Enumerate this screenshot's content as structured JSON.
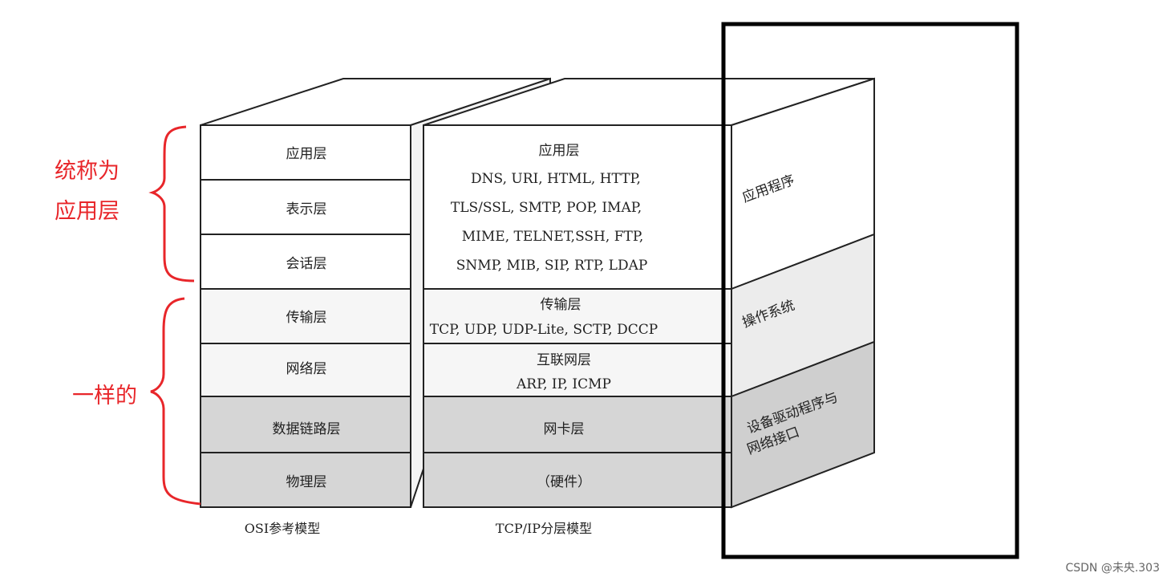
{
  "osi": {
    "caption": "OSI参考模型",
    "layers": [
      "应用层",
      "表示层",
      "会话层",
      "传输层",
      "网络层",
      "数据链路层",
      "物理层"
    ]
  },
  "tcpip": {
    "caption": "TCP/IP分层模型",
    "application": {
      "title": "应用层",
      "protocols": [
        "DNS, URI, HTML, HTTP,",
        "TLS/SSL, SMTP, POP, IMAP,",
        "MIME, TELNET,SSH, FTP,",
        "SNMP, MIB, SIP, RTP, LDAP"
      ]
    },
    "transport": {
      "title": "传输层",
      "protocols": "TCP, UDP, UDP-Lite, SCTP, DCCP"
    },
    "internet": {
      "title": "互联网层",
      "protocols": "ARP, IP, ICMP"
    },
    "link": {
      "title": "网卡层"
    },
    "hardware": {
      "title": "（硬件）"
    }
  },
  "side": {
    "app": "应用程序",
    "os": "操作系统",
    "driver_line1": "设备驱动程序与",
    "driver_line2": "网络接口"
  },
  "annotations": {
    "top_line1": "统称为",
    "top_line2": "应用层",
    "bottom": "一样的",
    "color": "#e8262a"
  },
  "watermark": "CSDN @未央.303",
  "colors": {
    "white_fill": "#ffffff",
    "light_fill": "#f6f6f6",
    "grey_fill": "#d6d6d6",
    "side_grey": "#cfcfcf",
    "highlight_box": "#000000"
  }
}
